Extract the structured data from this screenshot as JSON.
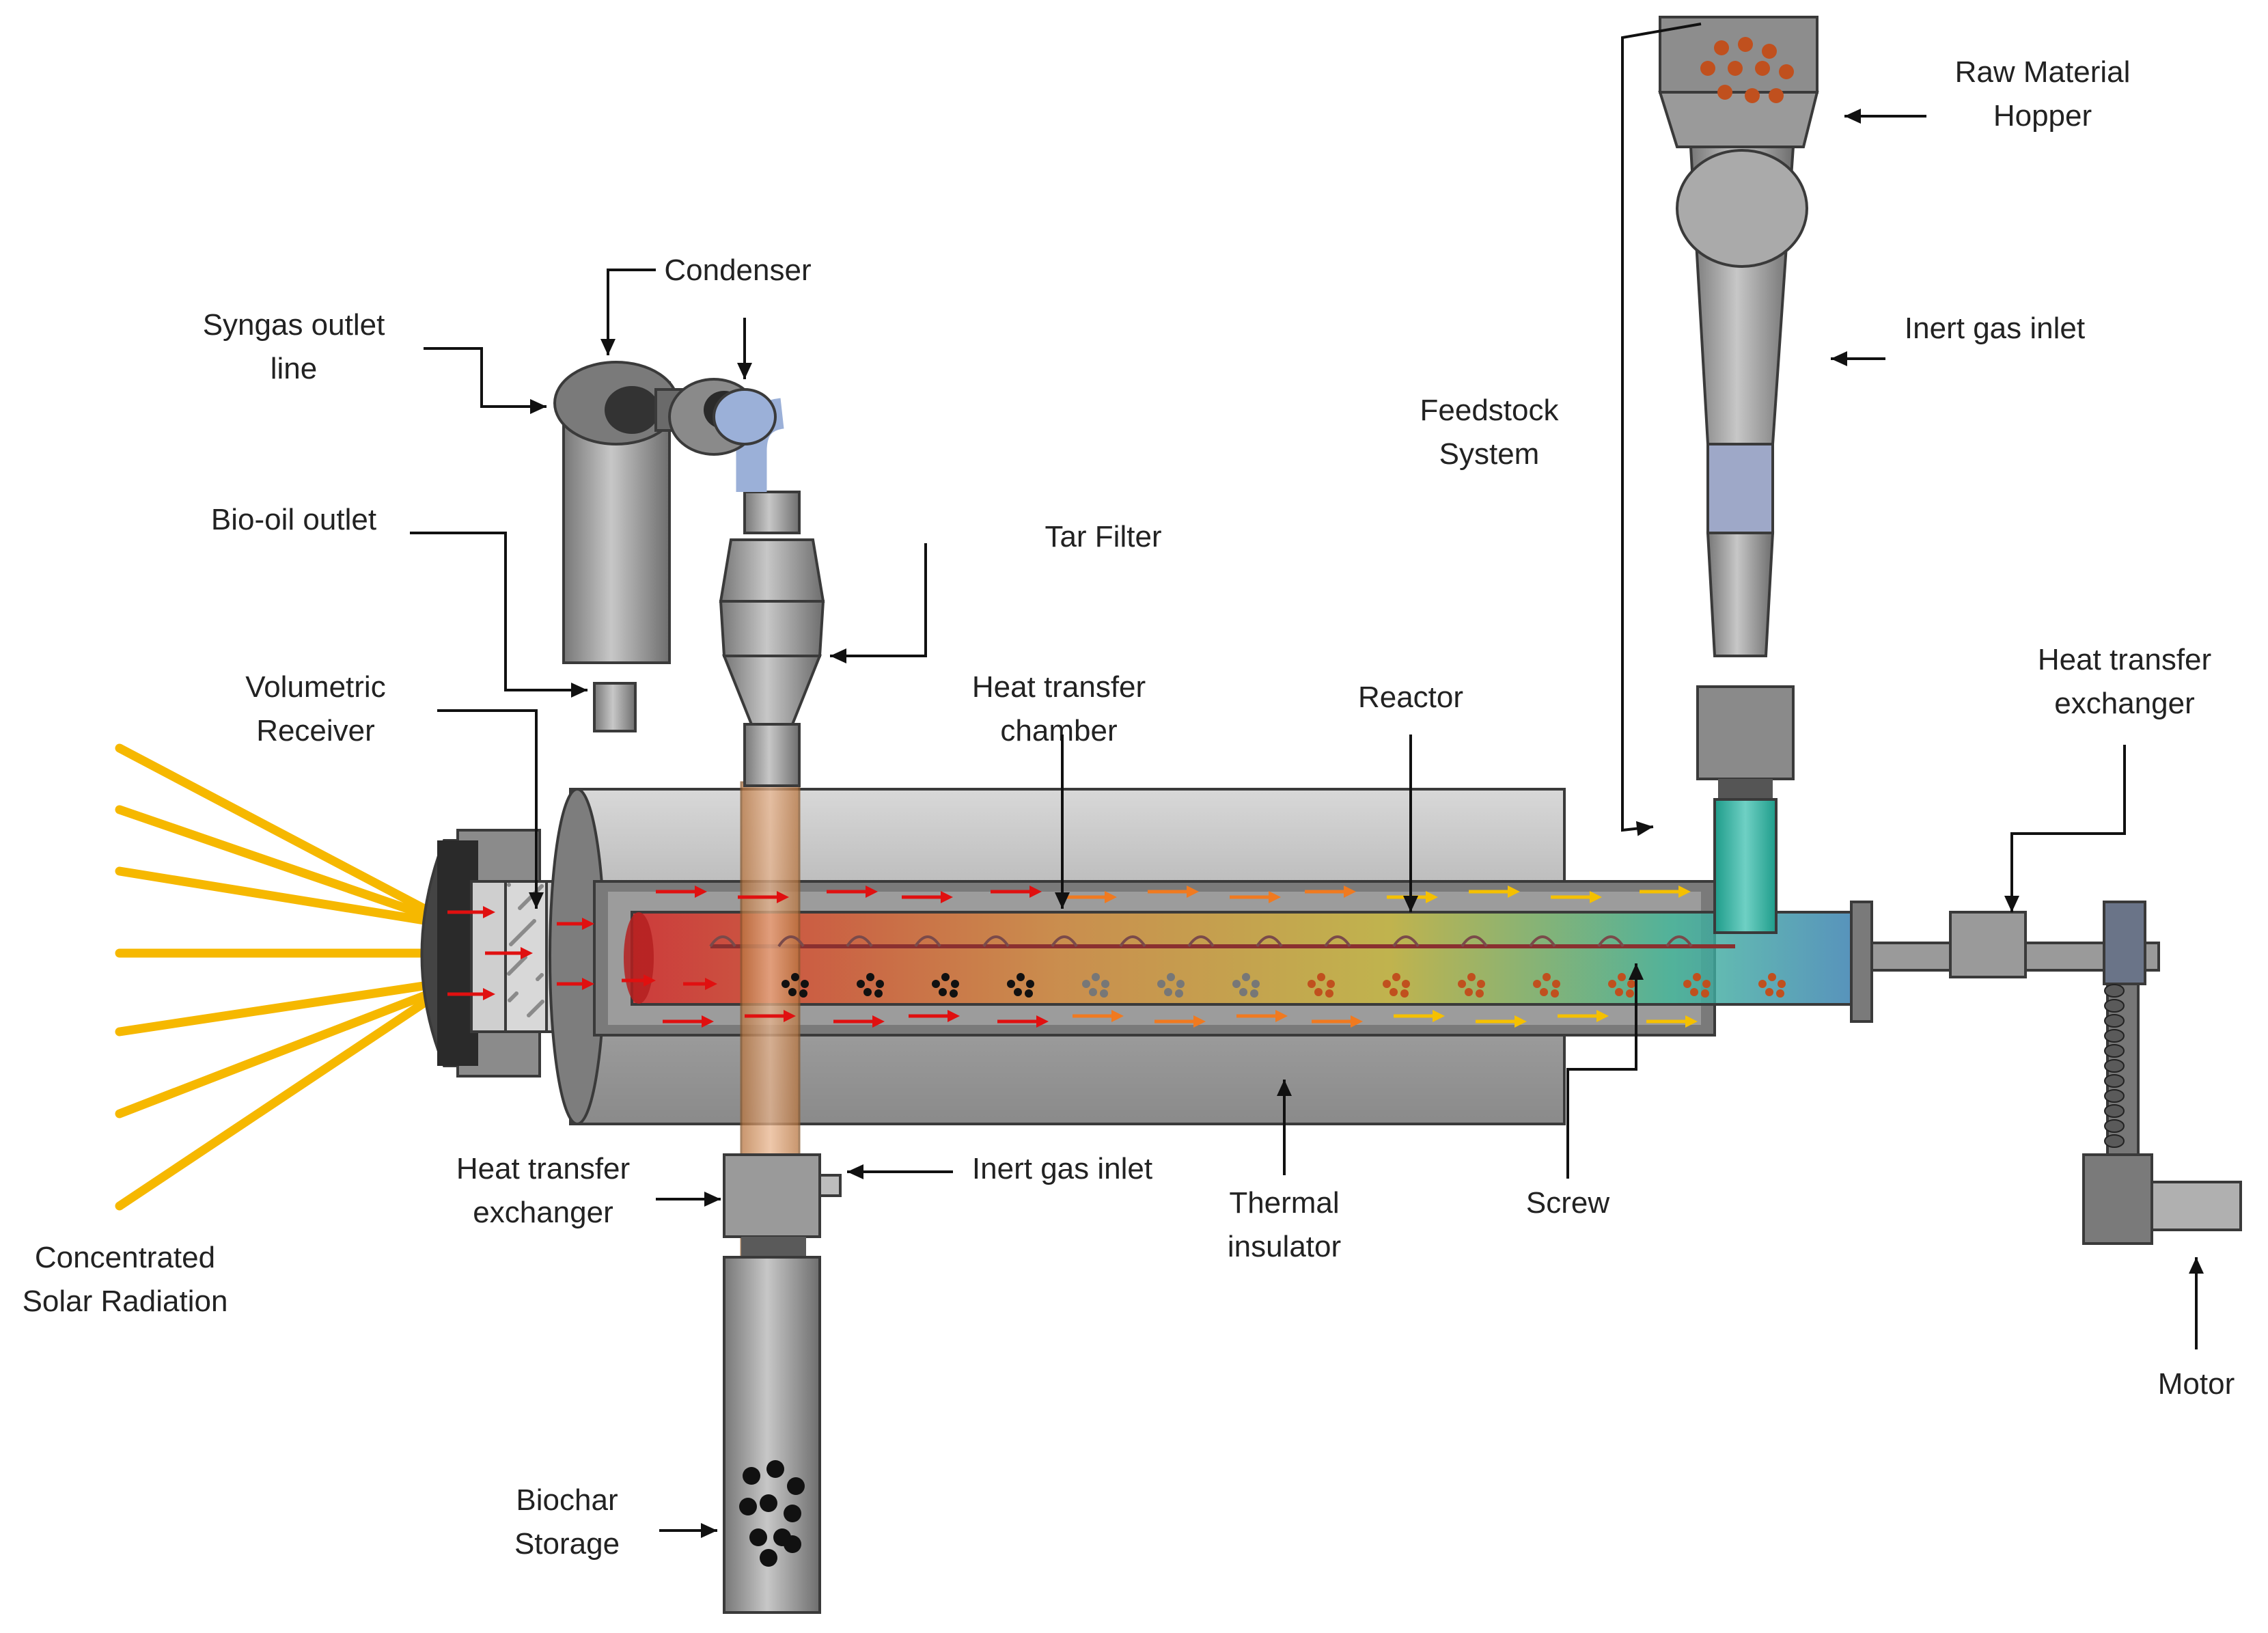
{
  "labels": {
    "raw_material_hopper": [
      "Raw Material",
      "Hopper"
    ],
    "inert_gas_inlet_top": [
      "Inert gas inlet"
    ],
    "feedstock_system": [
      "Feedstock",
      "System"
    ],
    "heat_transfer_exchanger_right": [
      "Heat transfer",
      "exchanger"
    ],
    "motor": [
      "Motor"
    ],
    "condenser": [
      "Condenser"
    ],
    "syngas_outlet_line": [
      "Syngas outlet",
      "line"
    ],
    "bio_oil_outlet": [
      "Bio-oil outlet"
    ],
    "tar_filter": [
      "Tar Filter"
    ],
    "volumetric_receiver": [
      "Volumetric",
      "Receiver"
    ],
    "heat_transfer_chamber": [
      "Heat transfer",
      "chamber"
    ],
    "reactor": [
      "Reactor"
    ],
    "heat_transfer_exchanger_left": [
      "Heat transfer",
      "exchanger"
    ],
    "inert_gas_inlet_bottom": [
      "Inert gas inlet"
    ],
    "thermal_insulator": [
      "Thermal",
      "insulator"
    ],
    "screw": [
      "Screw"
    ],
    "concentrated_solar_radiation": [
      "Concentrated",
      "Solar Radiation"
    ],
    "biochar_storage": [
      "Biochar",
      "Storage"
    ]
  },
  "colors": {
    "solar_ray": "#f6b800",
    "hot_arrow": "#e01010",
    "warm_arrow": "#f07a20",
    "cool_arrow": "#f5c000",
    "metal_dark": "#6b6b6b",
    "metal_light": "#bdbdbd",
    "particle_raw": "#c0501e",
    "particle_char": "#111111"
  }
}
